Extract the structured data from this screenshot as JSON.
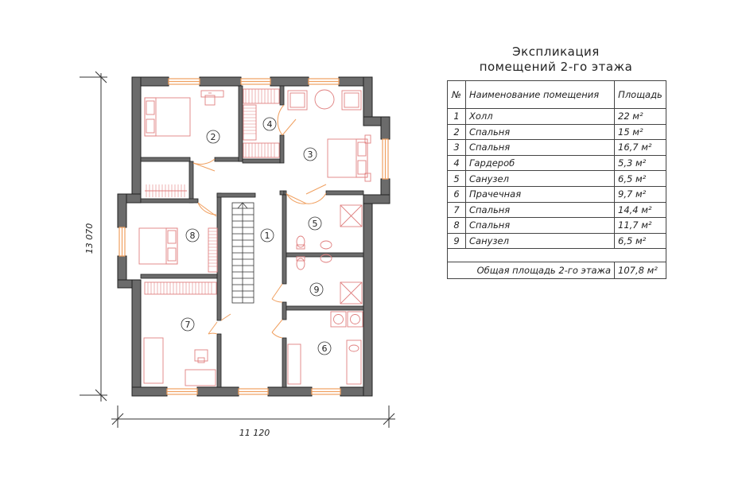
{
  "dimensions": {
    "height": "13 070",
    "width": "11 120"
  },
  "room_markers": [
    "1",
    "2",
    "3",
    "4",
    "5",
    "6",
    "7",
    "8",
    "9"
  ],
  "explication": {
    "title_line1": "Экспликация",
    "title_line2": "помещений 2-го этажа",
    "headers": {
      "num": "№",
      "name": "Наименование помещения",
      "area": "Площадь"
    },
    "rows": [
      {
        "num": "1",
        "name": "Холл",
        "area": "22 м²"
      },
      {
        "num": "2",
        "name": "Спальня",
        "area": "15 м²"
      },
      {
        "num": "3",
        "name": "Спальня",
        "area": "16,7 м²"
      },
      {
        "num": "4",
        "name": "Гардероб",
        "area": "5,3 м²"
      },
      {
        "num": "5",
        "name": "Санузел",
        "area": "6,5 м²"
      },
      {
        "num": "6",
        "name": "Прачечная",
        "area": "9,7 м²"
      },
      {
        "num": "7",
        "name": "Спальня",
        "area": "14,4 м²"
      },
      {
        "num": "8",
        "name": "Спальня",
        "area": "11,7 м²"
      },
      {
        "num": "9",
        "name": "Санузел",
        "area": "6,5 м²"
      }
    ],
    "total_label": "Общая площадь 2-го этажа",
    "total_value": "107,8 м²"
  },
  "colors": {
    "wall": "#666666",
    "wall_outline": "#222222",
    "window": "#f0a060",
    "furniture": "#e08080"
  }
}
